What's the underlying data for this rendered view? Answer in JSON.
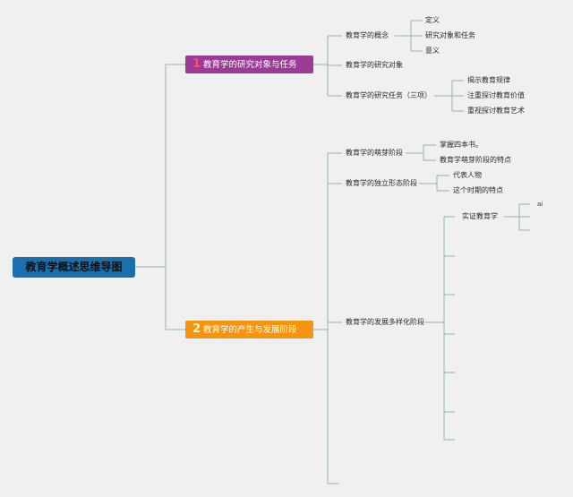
{
  "root": {
    "title": "教育学概述思维导图",
    "color": "#1a6fae"
  },
  "branch1": {
    "number": "1",
    "title": "教育学的研究对象与任务",
    "color": "#9b3b96",
    "children": [
      {
        "label": "教育学的概念",
        "children": [
          "定义",
          "研究对象和任务",
          "意义"
        ]
      },
      {
        "label": "教育学的研究对象"
      },
      {
        "label": "教育学的研究任务（三项）",
        "children": [
          "揭示教育规律",
          "注重探讨教育价值",
          "重视探讨教育艺术"
        ]
      }
    ]
  },
  "branch2": {
    "number": "2",
    "title": "教育学的产生与发展阶段",
    "color": "#f5940f",
    "children": [
      {
        "label": "教育学的萌芽阶段",
        "children": [
          "掌握四本书。",
          "教育学萌芽阶段的特点"
        ]
      },
      {
        "label": "教育学的独立形态阶段",
        "children": [
          "代表人物",
          "这个时期的特点"
        ]
      },
      {
        "label": "教育学的发展多样化阶段",
        "children": [
          "实证教育学"
        ]
      }
    ]
  },
  "stub_text": "ai",
  "line_color": "#8fb5ad"
}
